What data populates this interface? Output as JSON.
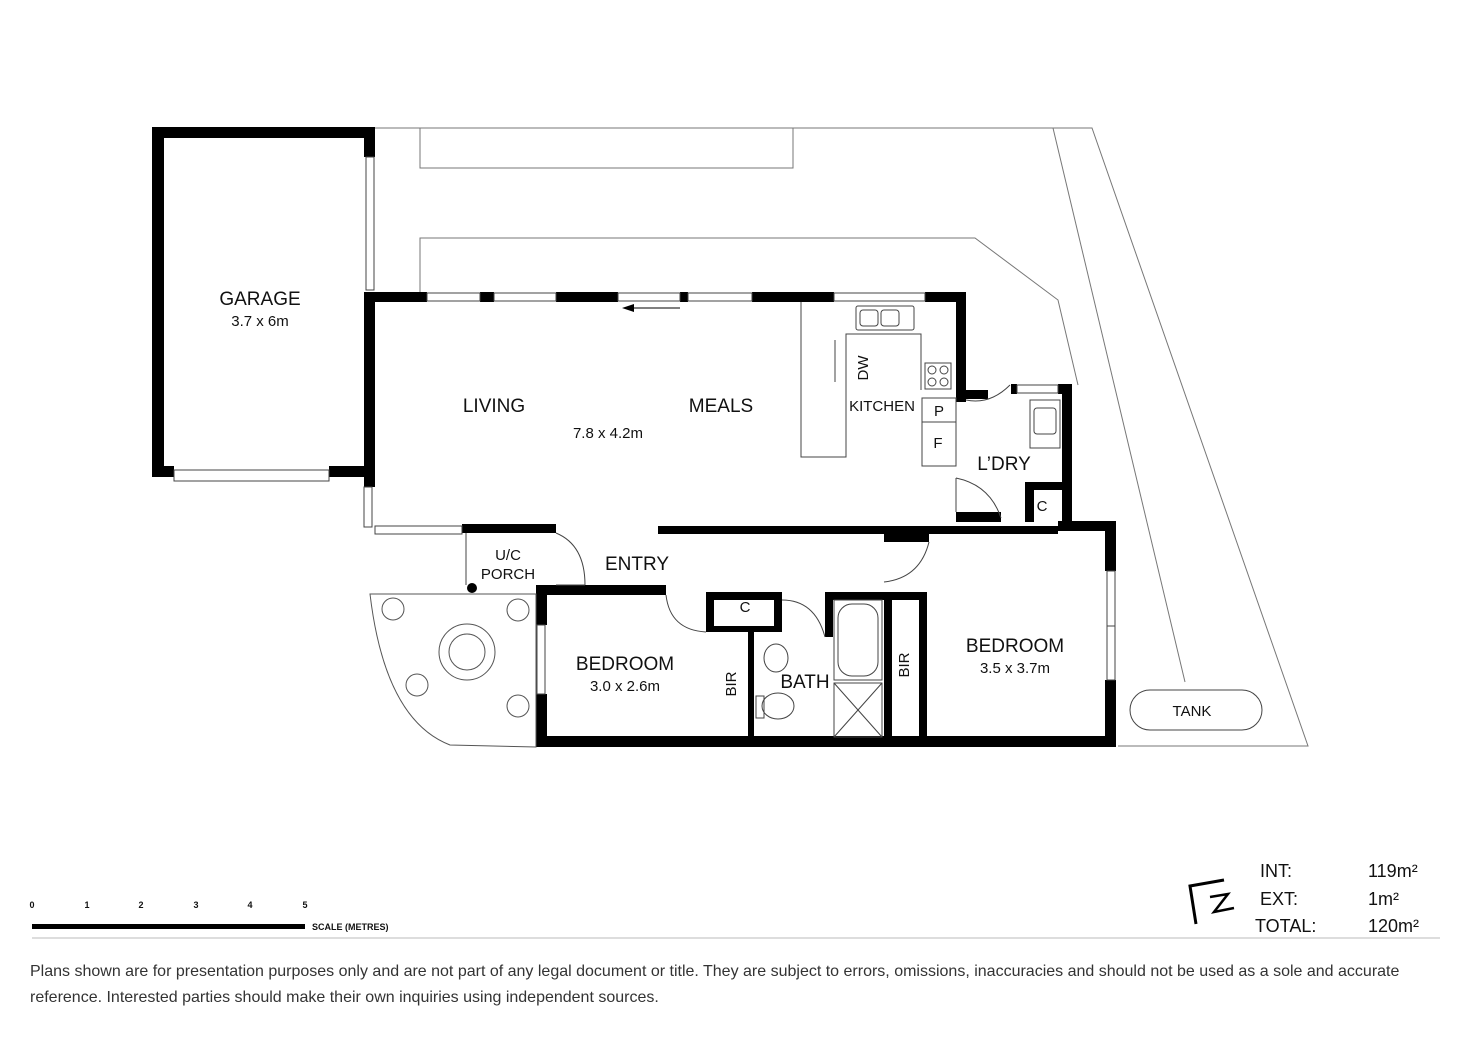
{
  "rooms": {
    "garage": {
      "name": "GARAGE",
      "dims": "3.7 x 6m"
    },
    "living": {
      "name": "LIVING"
    },
    "meals": {
      "name": "MEALS"
    },
    "living_meals_dims": "7.8 x 4.2m",
    "kitchen": {
      "name": "KITCHEN"
    },
    "dishwasher": "DW",
    "pantry": "P",
    "fridge": "F",
    "laundry": {
      "name": "L’DRY"
    },
    "laundry_cupboard": "C",
    "porch": {
      "line1": "U/C",
      "line2": "PORCH"
    },
    "entry": {
      "name": "ENTRY"
    },
    "hall_cupboard": "C",
    "bedroom_left": {
      "name": "BEDROOM",
      "dims": "3.0 x 2.6m"
    },
    "bir_left": "BIR",
    "bath": {
      "name": "BATH"
    },
    "bir_right": "BIR",
    "bedroom_right": {
      "name": "BEDROOM",
      "dims": "3.5 x 3.7m"
    },
    "tank": "TANK"
  },
  "areas": [
    {
      "label": "INT:",
      "value": "119m²"
    },
    {
      "label": "EXT:",
      "value": "1m²"
    },
    {
      "label": "TOTAL:",
      "value": "120m²"
    }
  ],
  "scale": {
    "title": "SCALE (METRES)",
    "ticks": [
      "0",
      "1",
      "2",
      "3",
      "4",
      "5"
    ]
  },
  "compass": {
    "letter": "N"
  },
  "disclaimer": "Plans shown are for presentation purposes only and are not part of any legal document or title. They are subject to errors, omissions, inaccuracies and should not be used as a sole and accurate reference. Interested parties should make their own inquiries using independent sources."
}
